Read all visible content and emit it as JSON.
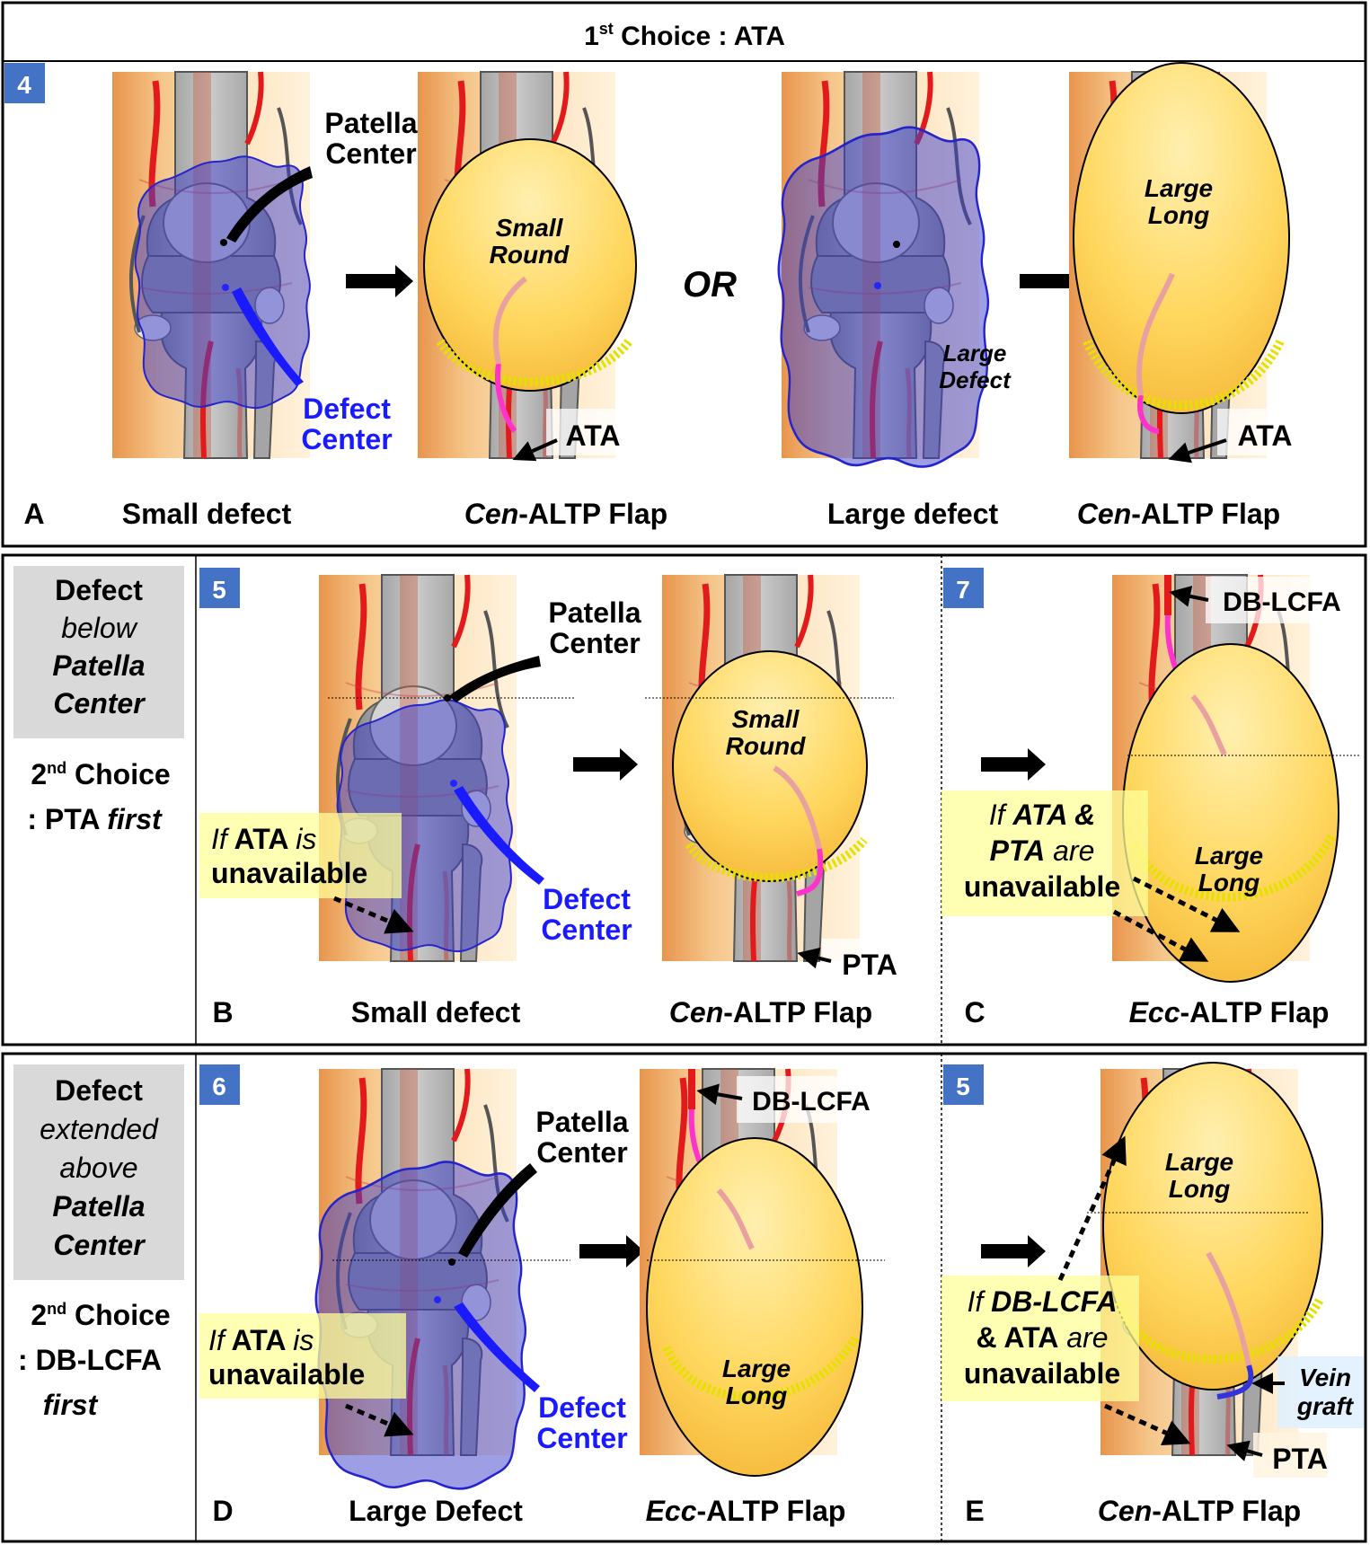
{
  "header": {
    "prefix": "1",
    "sup": "st",
    "rest": " Choice : ATA"
  },
  "colors": {
    "artery": "#e31a1c",
    "pedicle": "#ff33cc",
    "defect": "#3d3dcc",
    "badge": "#4472c4",
    "flap": "#ffd75e",
    "highlight": "#ffff99"
  },
  "panelA": {
    "badge": "4",
    "letter": "A",
    "arrow_word": "OR",
    "captions": {
      "small": "Small defect",
      "cen_italic": "Cen",
      "cen_rest": "-ALTP Flap",
      "large": "Large defect"
    },
    "patella_center": [
      "Patella",
      "Center"
    ],
    "defect_center": [
      "Defect",
      "Center"
    ],
    "small_round": [
      "Small",
      "Round"
    ],
    "large_long": [
      "Large",
      "Long"
    ],
    "large_defect": [
      "Large",
      "Defect"
    ],
    "ata": "ATA"
  },
  "rowB": {
    "side": {
      "l1": "Defect",
      "l2": "below",
      "l3": "Patella",
      "l4": "Center",
      "c_prefix": "2",
      "c_sup": "nd",
      "c_rest": " Choice",
      "c2_a": ": PTA ",
      "c2_b": "first"
    },
    "badge_b": "5",
    "badge_c": "7",
    "letter_b": "B",
    "letter_c": "C",
    "captions": {
      "small": "Small defect",
      "cen_italic": "Cen",
      "cen_rest": "-ALTP Flap",
      "ecc_italic": "Ecc",
      "ecc_rest": "-ALTP Flap"
    },
    "patella_center": [
      "Patella",
      "Center"
    ],
    "defect_center": [
      "Defect",
      "Center"
    ],
    "small_round": [
      "Small",
      "Round"
    ],
    "large_long": [
      "Large",
      "Long"
    ],
    "if_ata_a": "If",
    "if_ata_b": " ATA ",
    "if_ata_c": "is",
    "unavailable": "unavailable",
    "if2_a": "If ",
    "if2_b": "ATA &",
    "if2_c": "PTA",
    "if2_d": " are",
    "pta": "PTA",
    "dblcfa": "DB-LCFA"
  },
  "rowD": {
    "side": {
      "l1": "Defect",
      "l2": "extended",
      "l3": "above",
      "l4": "Patella",
      "l5": "Center",
      "c_prefix": "2",
      "c_sup": "nd",
      "c_rest": " Choice",
      "c2": ": DB-LCFA",
      "c3": "first"
    },
    "badge_d": "6",
    "badge_e": "5",
    "letter_d": "D",
    "letter_e": "E",
    "captions": {
      "large": "Large Defect",
      "ecc_italic": "Ecc",
      "ecc_rest": "-ALTP Flap",
      "cen_italic": "Cen",
      "cen_rest": "-ALTP Flap"
    },
    "patella_center": [
      "Patella",
      "Center"
    ],
    "defect_center": [
      "Defect",
      "Center"
    ],
    "large_long": [
      "Large",
      "Long"
    ],
    "if_ata_a": "If",
    "if_ata_b": " ATA ",
    "if_ata_c": "is",
    "unavailable": "unavailable",
    "if3_a": "If ",
    "if3_b": "DB-LCFA",
    "if3_c": "& ATA",
    "if3_d": " are",
    "dblcfa": "DB-LCFA",
    "pta": "PTA",
    "vein": [
      "Vein",
      "graft"
    ]
  }
}
